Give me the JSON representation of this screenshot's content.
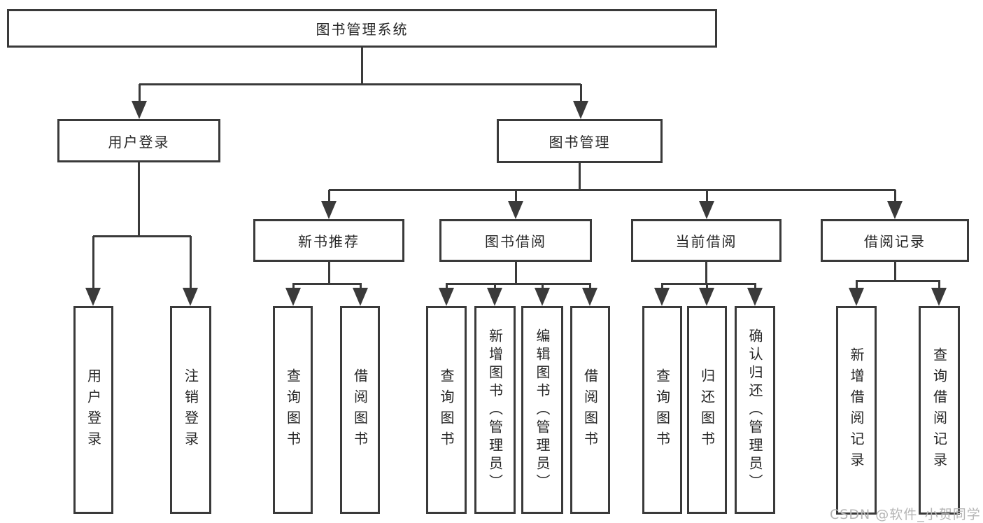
{
  "tree": {
    "root": {
      "label": "图书管理系统"
    },
    "level2": [
      {
        "label": "用户登录",
        "parent": "图书管理系统"
      },
      {
        "label": "图书管理",
        "parent": "图书管理系统"
      }
    ],
    "level3": [
      {
        "label": "新书推荐",
        "parent": "图书管理"
      },
      {
        "label": "图书借阅",
        "parent": "图书管理"
      },
      {
        "label": "当前借阅",
        "parent": "图书管理"
      },
      {
        "label": "借阅记录",
        "parent": "图书管理"
      }
    ],
    "leaves": [
      {
        "label": "用户登录",
        "parent": "用户登录"
      },
      {
        "label": "注销登录",
        "parent": "用户登录"
      },
      {
        "label": "查询图书",
        "parent": "新书推荐"
      },
      {
        "label": "借阅图书",
        "parent": "新书推荐"
      },
      {
        "label": "查询图书",
        "parent": "图书借阅"
      },
      {
        "label": "新增图书（管理员）",
        "parent": "图书借阅"
      },
      {
        "label": "编辑图书（管理员）",
        "parent": "图书借阅"
      },
      {
        "label": "借阅图书",
        "parent": "图书借阅"
      },
      {
        "label": "查询图书",
        "parent": "当前借阅"
      },
      {
        "label": "归还图书",
        "parent": "当前借阅"
      },
      {
        "label": "确认归还（管理员）",
        "parent": "当前借阅"
      },
      {
        "label": "新增借阅记录",
        "parent": "借阅记录"
      },
      {
        "label": "查询借阅记录",
        "parent": "借阅记录"
      }
    ]
  },
  "watermark": {
    "text": "CSDN @软件_小贺同学"
  },
  "colors": {
    "line": "#3a3a3a",
    "node_border": "#3a3a3a",
    "node_fill": "#ffffff",
    "text": "#262626",
    "watermark": "#b5b5b5",
    "background": "#ffffff"
  }
}
